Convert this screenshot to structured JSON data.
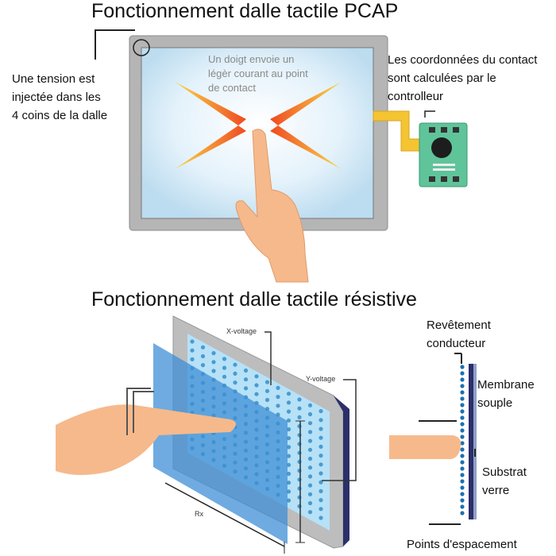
{
  "pcap": {
    "title": "Fonctionnement dalle tactile PCAP",
    "left_label": [
      "Une tension est",
      "injectée dans les",
      "4 coins de la dalle"
    ],
    "screen_label": [
      "Un doigt envoie un",
      "légèr courant au point",
      "de contact"
    ],
    "right_label": [
      "Les coordonnées du contact",
      "sont calculées par le",
      "controlleur"
    ]
  },
  "resistive": {
    "title": "Fonctionnement dalle tactile résistive",
    "x_voltage": "X-voltage",
    "y_voltage": "Y-voltage",
    "rx": "Rx",
    "coating": [
      "Revêtement",
      "conducteur"
    ],
    "membrane": [
      "Membrane",
      "souple"
    ],
    "substrate": [
      "Substrat",
      "verre"
    ],
    "spacers": "Points d'espacement"
  },
  "colors": {
    "frame": "#b5b5b5",
    "screen": "#dff0fa",
    "arrow": "#f7a21b",
    "skin": "#f6b98c",
    "blue": "#3f8fd6",
    "board": "#5fc49a"
  }
}
